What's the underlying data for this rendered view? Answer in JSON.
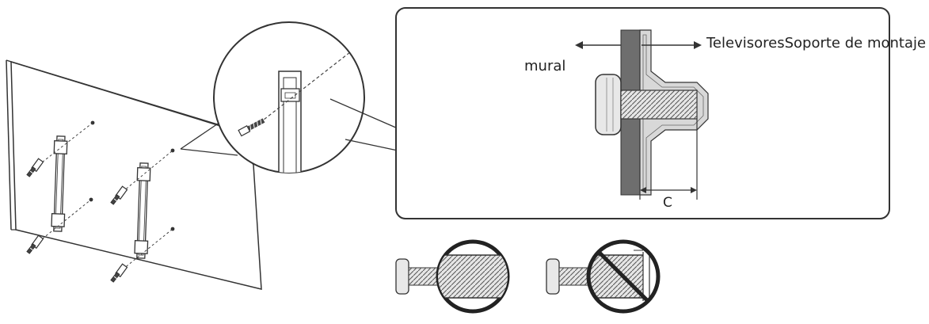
{
  "labels": {
    "tv_bracket": "TelevisoresSoporte de montaje",
    "wall": "mural",
    "dimension": "C"
  },
  "icons": {
    "tv_panel": "tv-back-panel",
    "bracket": "wall-bracket",
    "screw": "screw-icon",
    "magnifier": "zoom-circle",
    "correct_screw": "screw-fit-correct-icon",
    "incorrect_screw": "screw-fit-incorrect-icon",
    "prohibited": "no-symbol-icon"
  },
  "colors": {
    "line": "#333333",
    "wall_fill": "#6e6e6e",
    "bracket_fill": "#d0d0d0",
    "screw_fill": "#e6e6e6"
  }
}
